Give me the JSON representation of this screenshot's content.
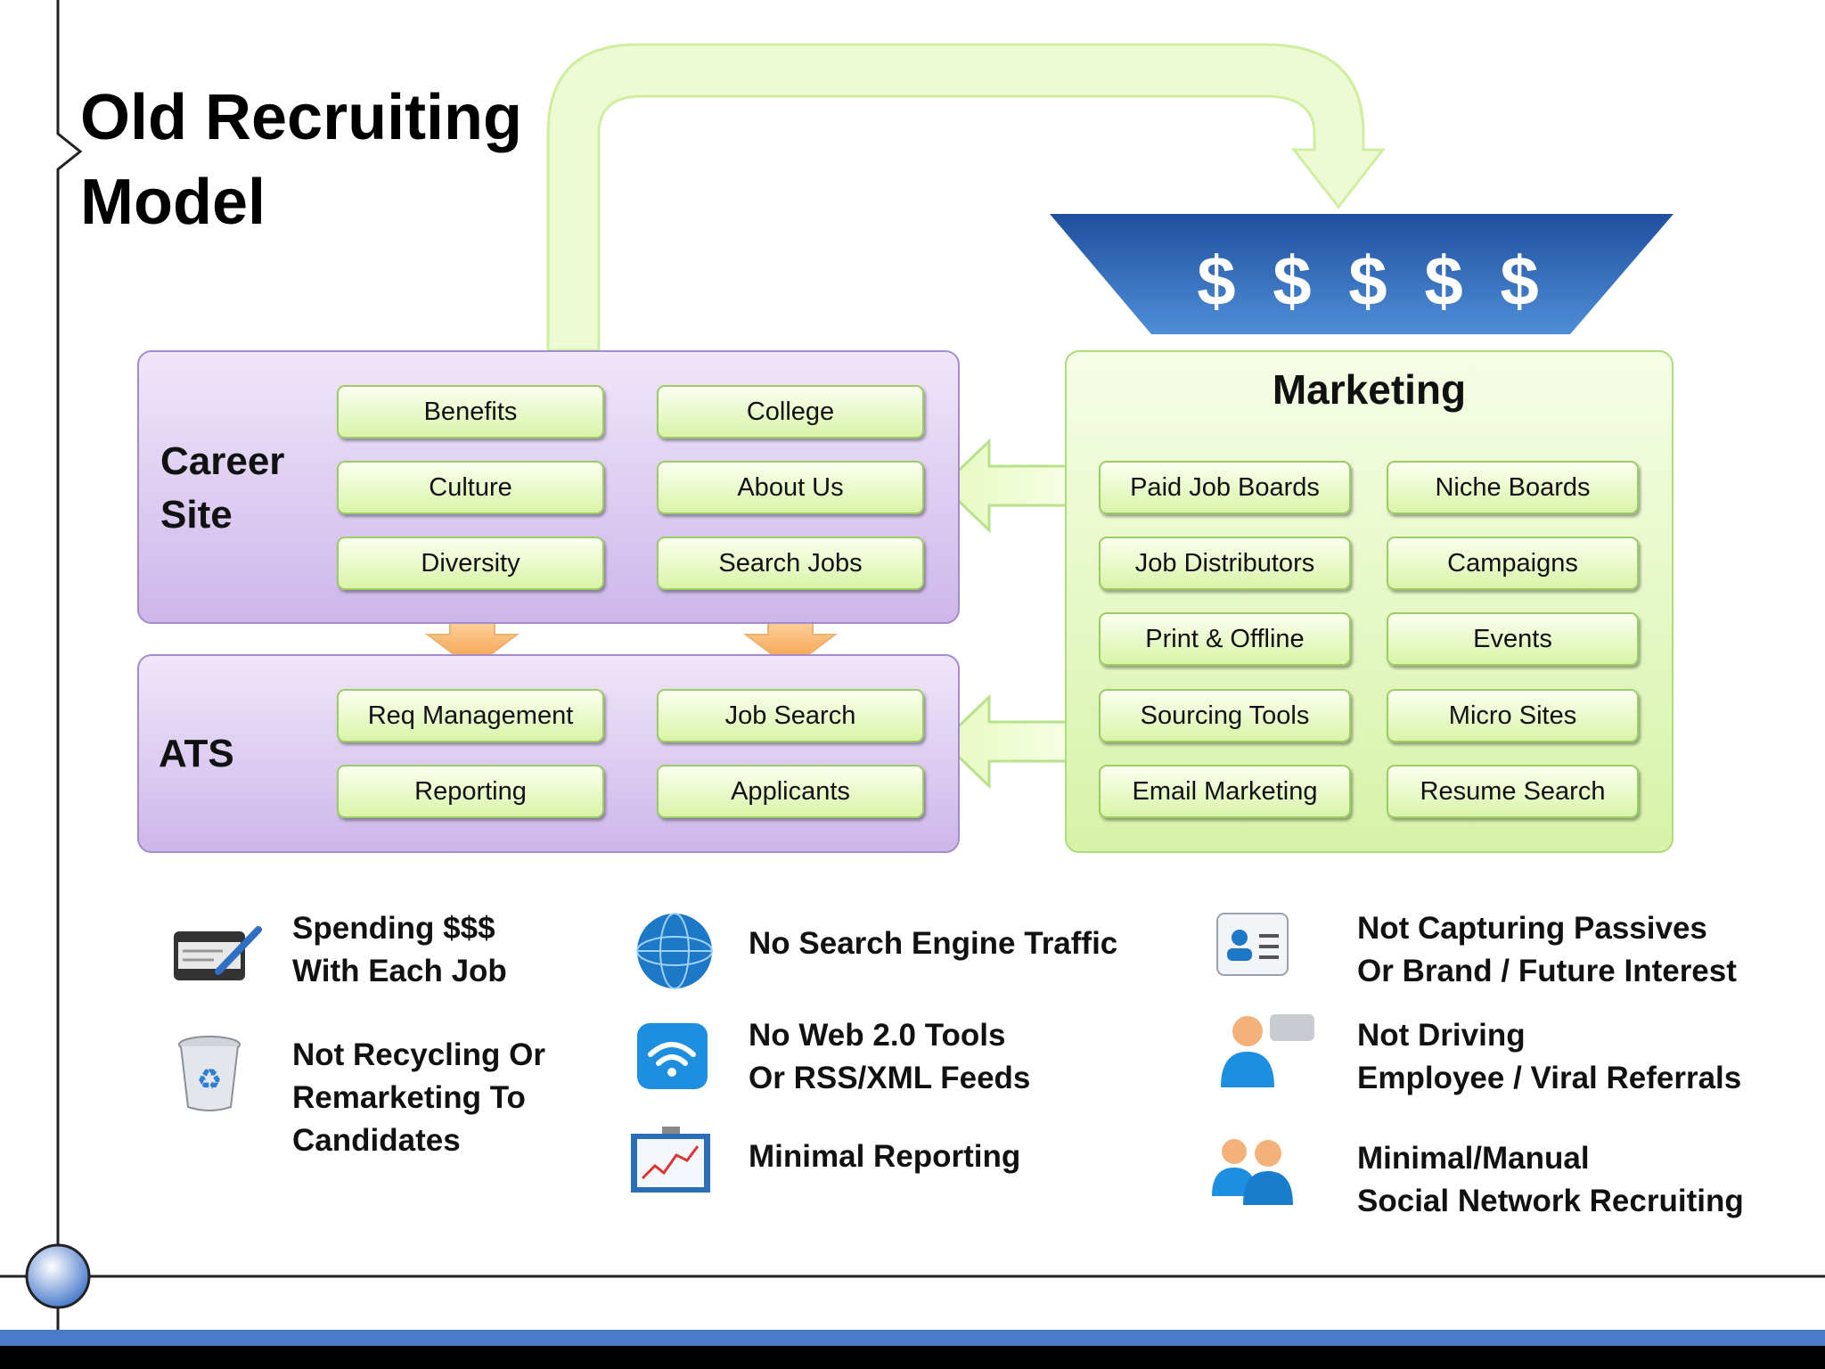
{
  "title": [
    "Old Recruiting",
    "Model"
  ],
  "funnel": {
    "label": "$ $ $ $ $",
    "color": "#2f6fc4"
  },
  "career_site": {
    "label": [
      "Career",
      "Site"
    ],
    "items": [
      "Benefits",
      "College",
      "Culture",
      "About Us",
      "Diversity",
      "Search Jobs"
    ]
  },
  "ats": {
    "label": "ATS",
    "items": [
      "Req Management",
      "Job Search",
      "Reporting",
      "Applicants"
    ]
  },
  "marketing": {
    "title": "Marketing",
    "items": [
      "Paid Job Boards",
      "Niche Boards",
      "Job Distributors",
      "Campaigns",
      "Print & Offline",
      "Events",
      "Sourcing Tools",
      "Micro Sites",
      "Email Marketing",
      "Resume Search"
    ]
  },
  "legend": [
    {
      "icon": "checkbook-pen-icon",
      "lines": [
        "Spending $$$",
        "With Each Job"
      ]
    },
    {
      "icon": "recycle-bin-icon",
      "lines": [
        "Not Recycling Or",
        "Remarketing To",
        "Candidates"
      ]
    },
    {
      "icon": "globe-icon",
      "lines": [
        "No Search Engine Traffic"
      ]
    },
    {
      "icon": "wifi-icon",
      "lines": [
        "No Web 2.0 Tools",
        "Or RSS/XML Feeds"
      ]
    },
    {
      "icon": "chart-clipboard-icon",
      "lines": [
        "Minimal Reporting"
      ]
    },
    {
      "icon": "contact-card-icon",
      "lines": [
        "Not Capturing Passives",
        "Or Brand / Future Interest"
      ]
    },
    {
      "icon": "user-chat-icon",
      "lines": [
        "Not Driving",
        "Employee / Viral Referrals"
      ]
    },
    {
      "icon": "two-users-icon",
      "lines": [
        "Minimal/Manual",
        "Social Network Recruiting"
      ]
    }
  ],
  "colors": {
    "purple_panel": "#d9c8f0",
    "green_panel": "#e6f8c6",
    "orange_arrow": "#f7a957",
    "footer_bar": "#4a7bc9"
  }
}
